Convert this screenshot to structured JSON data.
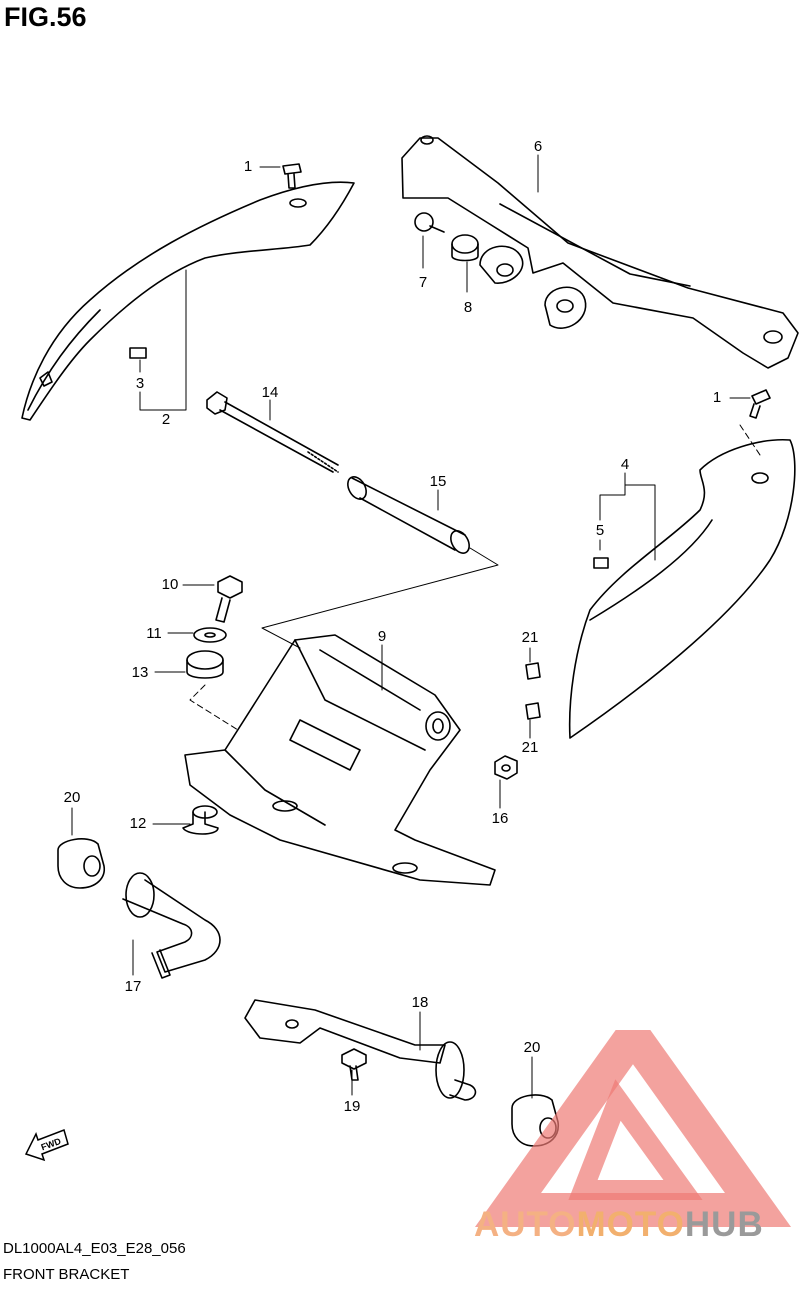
{
  "figure_title": "FIG.56",
  "footer": {
    "model_code": "DL1000AL4_E03_E28_056",
    "section_name": "FRONT BRACKET"
  },
  "watermark": {
    "part1": "AUTO",
    "part2": "MOTO",
    "part3": "HUB",
    "colors": {
      "triangle": "#ee7b75",
      "auto": "#f4b183",
      "hub": "#9a9a9a"
    }
  },
  "direction_label": "FWD",
  "callouts": {
    "n1a": "1",
    "n1b": "1",
    "n2": "2",
    "n3": "3",
    "n4": "4",
    "n5": "5",
    "n6": "6",
    "n7": "7",
    "n8": "8",
    "n9": "9",
    "n10": "10",
    "n11": "11",
    "n12": "12",
    "n13": "13",
    "n14": "14",
    "n15": "15",
    "n16": "16",
    "n17": "17",
    "n18": "18",
    "n19": "19",
    "n20a": "20",
    "n20b": "20",
    "n21a": "21",
    "n21b": "21"
  }
}
